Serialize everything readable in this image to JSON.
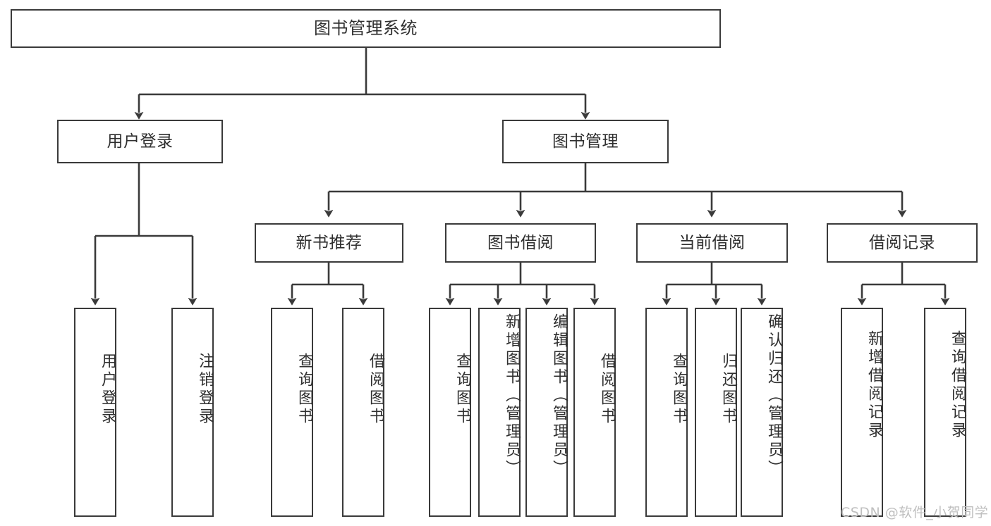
{
  "diagram": {
    "title": "图书管理系统",
    "type": "hierarchy-tree",
    "root": {
      "id": "root",
      "label": "图书管理系统"
    },
    "level2": [
      {
        "id": "user-login",
        "label": "用户登录"
      },
      {
        "id": "book-manage",
        "label": "图书管理"
      }
    ],
    "level3": [
      {
        "id": "new-book-rec",
        "label": "新书推荐",
        "parent": "book-manage"
      },
      {
        "id": "book-borrow",
        "label": "图书借阅",
        "parent": "book-manage"
      },
      {
        "id": "current-borrow",
        "label": "当前借阅",
        "parent": "book-manage"
      },
      {
        "id": "borrow-record",
        "label": "借阅记录",
        "parent": "book-manage"
      }
    ],
    "leaves": [
      {
        "id": "leaf-user-login",
        "label": "用户登录",
        "parent": "user-login"
      },
      {
        "id": "leaf-logout-login",
        "label": "注销登录",
        "parent": "user-login"
      },
      {
        "id": "leaf-query-book-1",
        "label": "查询图书",
        "parent": "new-book-rec"
      },
      {
        "id": "leaf-borrow-book-1",
        "label": "借阅图书",
        "parent": "new-book-rec"
      },
      {
        "id": "leaf-query-book-2",
        "label": "查询图书",
        "parent": "book-borrow"
      },
      {
        "id": "leaf-add-book",
        "label": "新增图书（管理员）",
        "parent": "book-borrow"
      },
      {
        "id": "leaf-edit-book",
        "label": "编辑图书（管理员）",
        "parent": "book-borrow"
      },
      {
        "id": "leaf-borrow-book-2",
        "label": "借阅图书",
        "parent": "book-borrow"
      },
      {
        "id": "leaf-query-book-3",
        "label": "查询图书",
        "parent": "current-borrow"
      },
      {
        "id": "leaf-return-book",
        "label": "归还图书",
        "parent": "current-borrow"
      },
      {
        "id": "leaf-confirm-return",
        "label": "确认归还（管理员）",
        "parent": "current-borrow"
      },
      {
        "id": "leaf-add-record",
        "label": "新增借阅记录",
        "parent": "borrow-record"
      },
      {
        "id": "leaf-query-record",
        "label": "查询借阅记录",
        "parent": "borrow-record"
      }
    ]
  },
  "watermark": {
    "text": "CSDN @软件_小贺同学"
  },
  "colors": {
    "stroke": "#3a3a3a",
    "text": "#2f2f2f",
    "background": "#ffffff",
    "watermark": "#bfbfbf"
  }
}
